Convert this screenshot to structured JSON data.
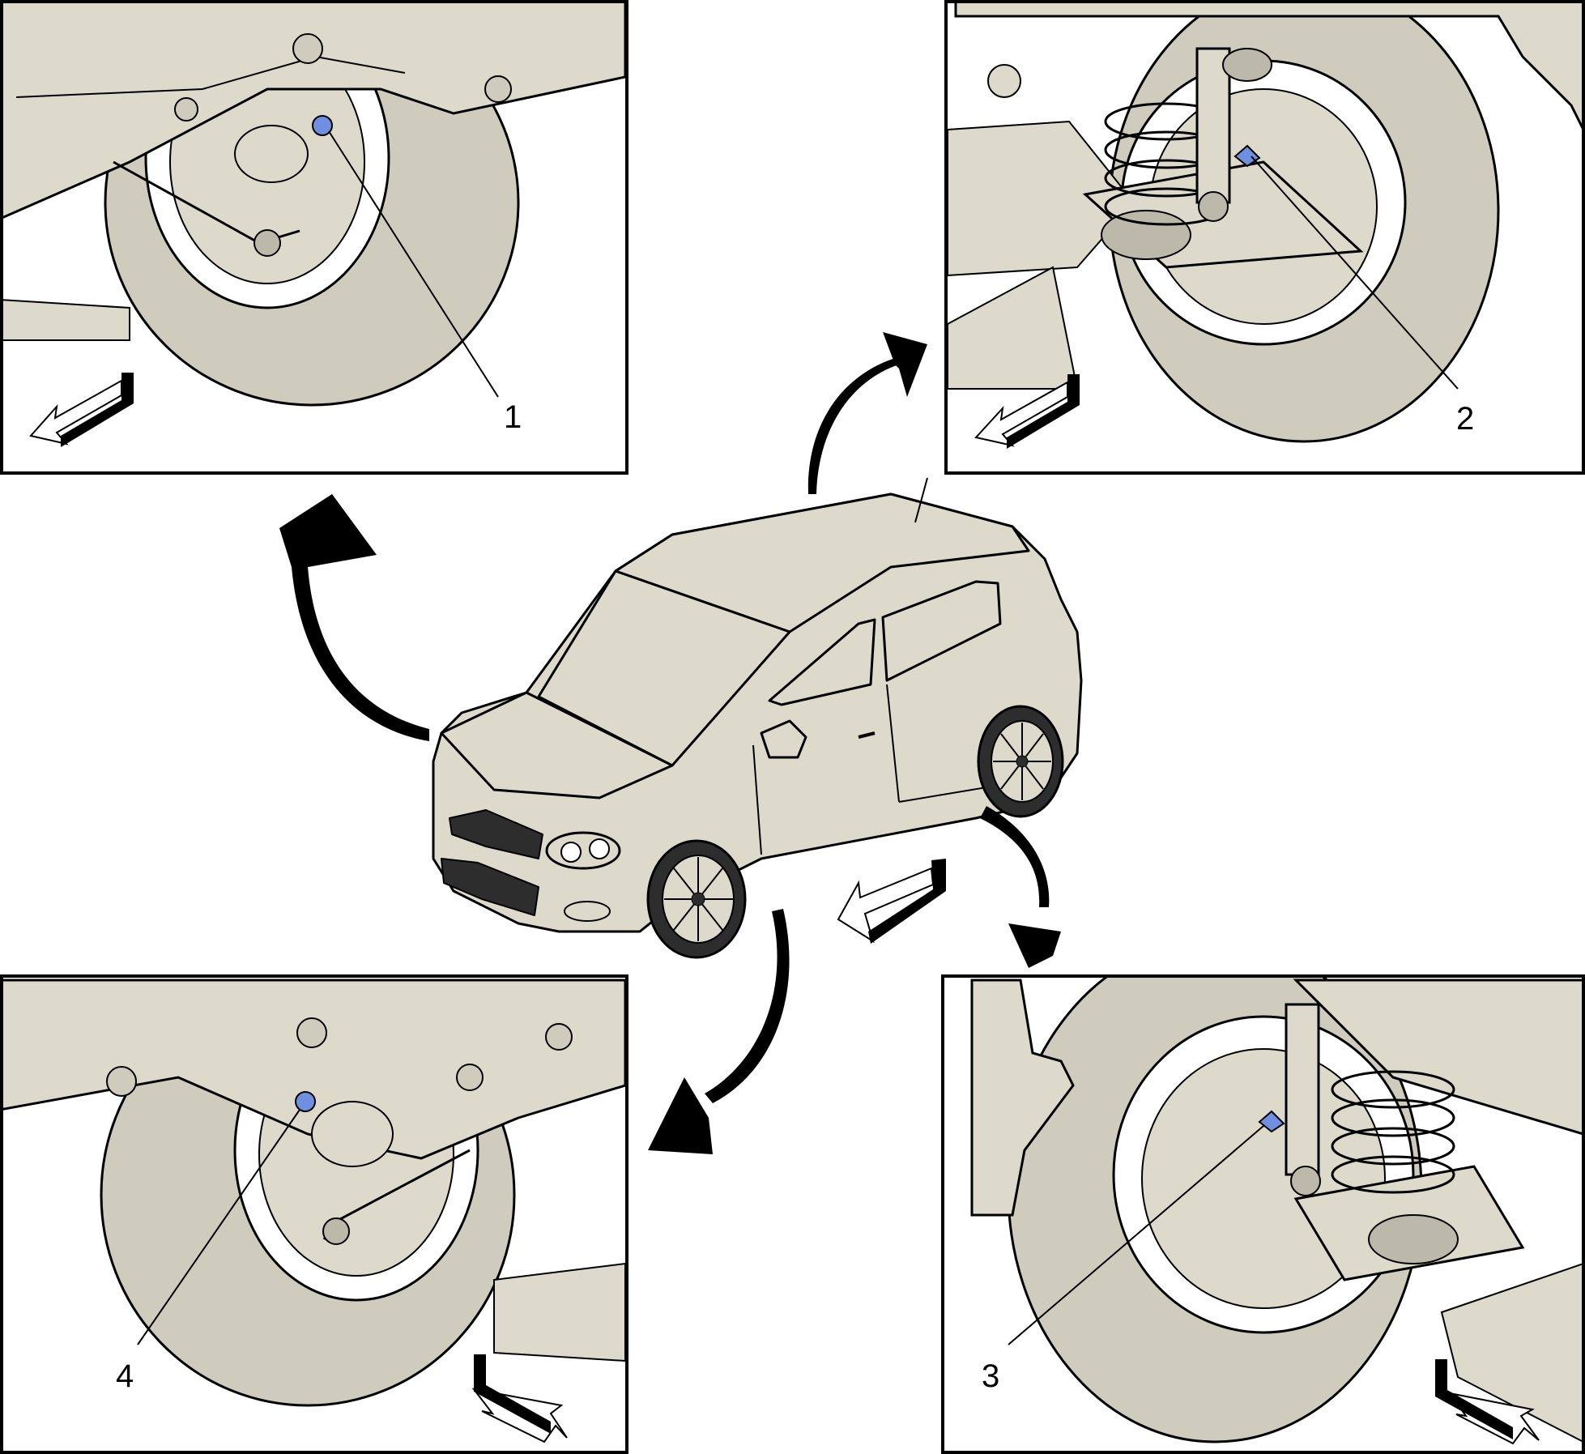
{
  "callouts": [
    {
      "id": 1,
      "label": "1"
    },
    {
      "id": 2,
      "label": "2"
    },
    {
      "id": 3,
      "label": "3"
    },
    {
      "id": 4,
      "label": "4"
    }
  ],
  "colors": {
    "tire": "#cfcbbd",
    "body": "#ddd9cb",
    "dark": "#2d2d2d",
    "highlight": "#6f8fe0",
    "line": "#000000",
    "panel_bg": "#ffffff"
  }
}
